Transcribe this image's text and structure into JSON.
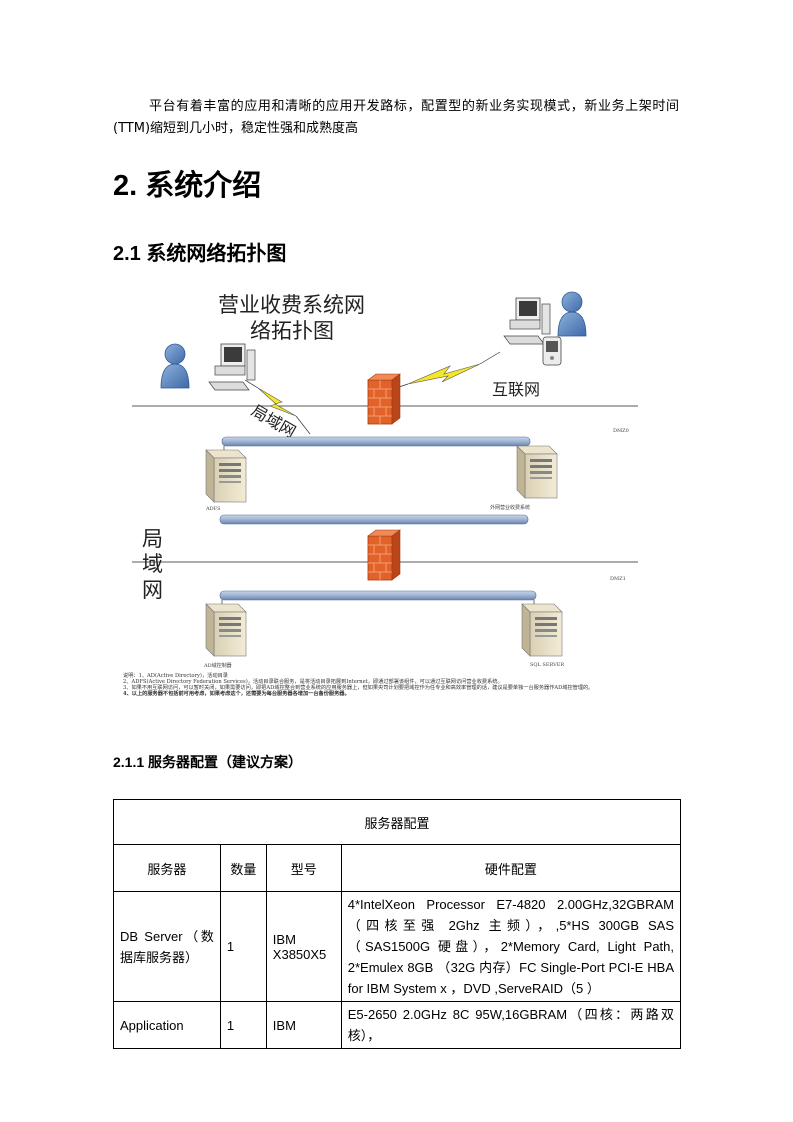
{
  "intro_paragraph": "平台有着丰富的应用和清晰的应用开发路标，配置型的新业务实现模式，新业务上架时间(TTM)缩短到几小时，稳定性强和成熟度高",
  "section": {
    "number": "2.",
    "title": "系统介绍"
  },
  "subsection": {
    "number": "2.1",
    "title": "系统网络拓扑图"
  },
  "diagram": {
    "title_line1": "营业收费系统网",
    "title_line2": "络拓扑图",
    "internet_label": "互联网",
    "lan_label_diag": "局域网",
    "lan_label_vert": [
      "局",
      "域",
      "网"
    ],
    "dmz0_label": "DMZ0",
    "dmz1_label": "DMZ1",
    "server_adfs": "ADFS",
    "server_web": "外网营业收费系统",
    "server_ad": "AD域控制器",
    "server_sql": "SQL SERVER",
    "notes": [
      "说明：1、AD(Active Directory)，活动目录",
      "2、ADFS(Active Directory Federation Services)，活动目录联合服务，是将活动目录拓展到Internet，即通过部署该组件，可以通过互联网访问营业收费系统。",
      "3、如果不用互联网访问，可以暂时关闭，如果需要访问，即把AD域控整合到营业系统的应用服务器上，但如果央司计划要把域控作为任专业和高效率管理的话，建议是要单独一台服务器作AD域控管理的。",
      "4、以上的服务器不包括前可用考虑，如果考虑这个，还需要为每台服务器各增加一台备份服务器。"
    ]
  },
  "subsubsection": {
    "number": "2.1.1",
    "title": "服务器配置（建议方案）"
  },
  "table": {
    "title": "服务器配置",
    "headers": [
      "服务器",
      "数量",
      "型号",
      "硬件配置"
    ],
    "rows": [
      {
        "server": "DB Server（数据库服务器）",
        "qty": "1",
        "model": "IBM X3850X5",
        "hw": "4*IntelXeon Processor E7-4820 2.00GHz,32GBRAM（四核至强 2Ghz 主频），,5*HS 300GB SAS（SAS1500G 硬盘），2*Memory Card, Light Path, 2*Emulex 8GB （32G 内存）FC Single-Port PCI-E HBA for IBM System x ，DVD ,ServeRAID（5 ）"
      },
      {
        "server": "Application",
        "qty": "1",
        "model": "IBM",
        "hw": "E5-2650 2.0GHz 8C 95W,16GBRAM（四核：两路双核），"
      }
    ]
  }
}
